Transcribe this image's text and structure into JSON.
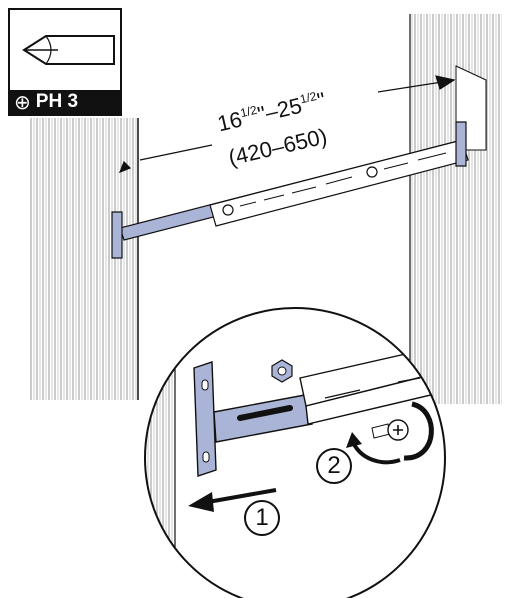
{
  "tool": {
    "symbol": "⊕",
    "label": "PH 3",
    "icon": "phillips-screwdriver-icon"
  },
  "dimension": {
    "line1_a": "16",
    "line1_a_frac": "1/2",
    "line1_dash": "\"–25",
    "line1_b_frac": "1/2",
    "line1_end": "\"",
    "line2": "(420–650)"
  },
  "steps": [
    "1",
    "2"
  ],
  "colors": {
    "rail": "#aab4d6",
    "rail_dark": "#8894bf",
    "line": "#111111",
    "wood": "#555555"
  }
}
